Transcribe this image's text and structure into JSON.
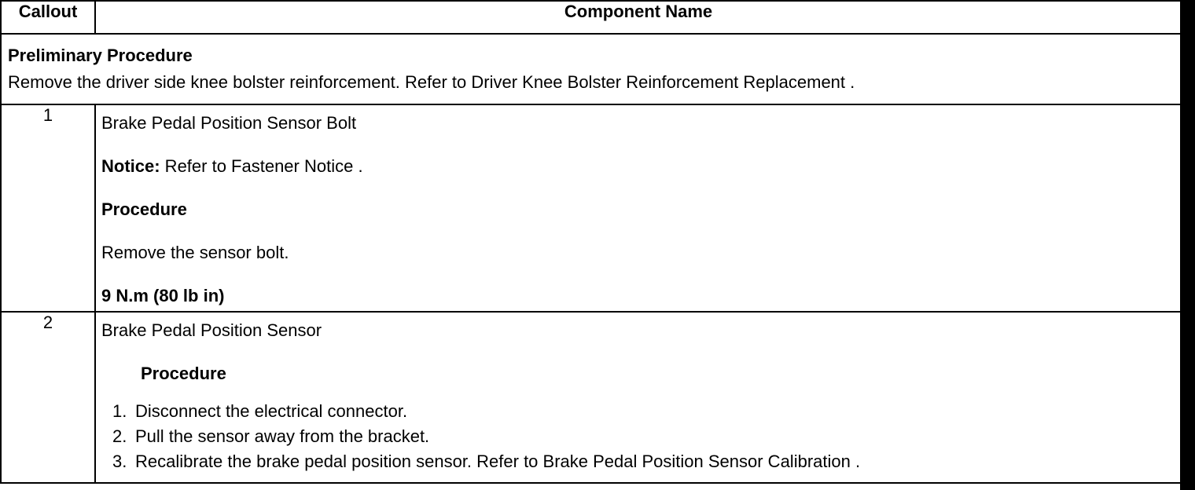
{
  "header": {
    "callout": "Callout",
    "component_name": "Component Name"
  },
  "preliminary": {
    "title": "Preliminary Procedure",
    "text": "Remove the driver side knee bolster reinforcement. Refer to Driver Knee Bolster Reinforcement Replacement ."
  },
  "rows": [
    {
      "callout": "1",
      "name": "Brake Pedal Position Sensor Bolt",
      "notice_label": "Notice:",
      "notice_text": " Refer to Fastener Notice .",
      "procedure_label": "Procedure",
      "procedure_text": "Remove the sensor bolt.",
      "torque": "9 N.m (80 lb in)"
    },
    {
      "callout": "2",
      "name": "Brake Pedal Position Sensor",
      "procedure_label": "Procedure",
      "steps": [
        {
          "num": "1.",
          "text": "Disconnect the electrical connector."
        },
        {
          "num": "2.",
          "text": "Pull the sensor away from the bracket."
        },
        {
          "num": "3.",
          "text": "Recalibrate the brake pedal position sensor. Refer to Brake Pedal Position Sensor Calibration ."
        }
      ]
    }
  ]
}
